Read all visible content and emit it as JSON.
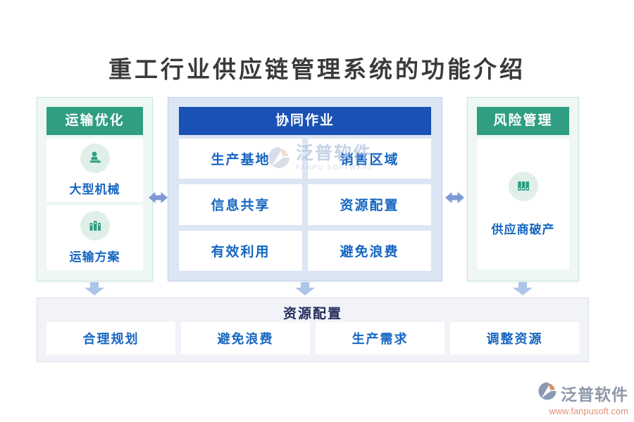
{
  "title": "重工行业供应链管理系统的功能介绍",
  "colors": {
    "green_header": "#2f9e82",
    "blue_header": "#1a51b4",
    "label_blue": "#1566c1",
    "bottom_title_navy": "#232c5a",
    "arrow_blue": "#7e99d5",
    "watermark_orange": "#dc9178"
  },
  "columns": {
    "left": {
      "header": "运输优化",
      "items": [
        {
          "icon": "machinery-icon",
          "label": "大型机械"
        },
        {
          "icon": "transport-plan-icon",
          "label": "运输方案"
        }
      ]
    },
    "middle": {
      "header": "协同作业",
      "cells": [
        "生产基地",
        "销售区域",
        "信息共享",
        "资源配置",
        "有效利用",
        "避免浪费"
      ]
    },
    "right": {
      "header": "风险管理",
      "items": [
        {
          "icon": "supplier-bankruptcy-icon",
          "label": "供应商破产"
        }
      ]
    }
  },
  "bottom": {
    "header": "资源配置",
    "cells": [
      "合理规划",
      "避免浪费",
      "生产需求",
      "调整资源"
    ]
  },
  "watermark_center": {
    "brand": "泛普软件",
    "sub": "FANPU SOFTWARE"
  },
  "watermark_corner": {
    "brand": "泛普软件",
    "url": "www.fanpusoft.com"
  }
}
